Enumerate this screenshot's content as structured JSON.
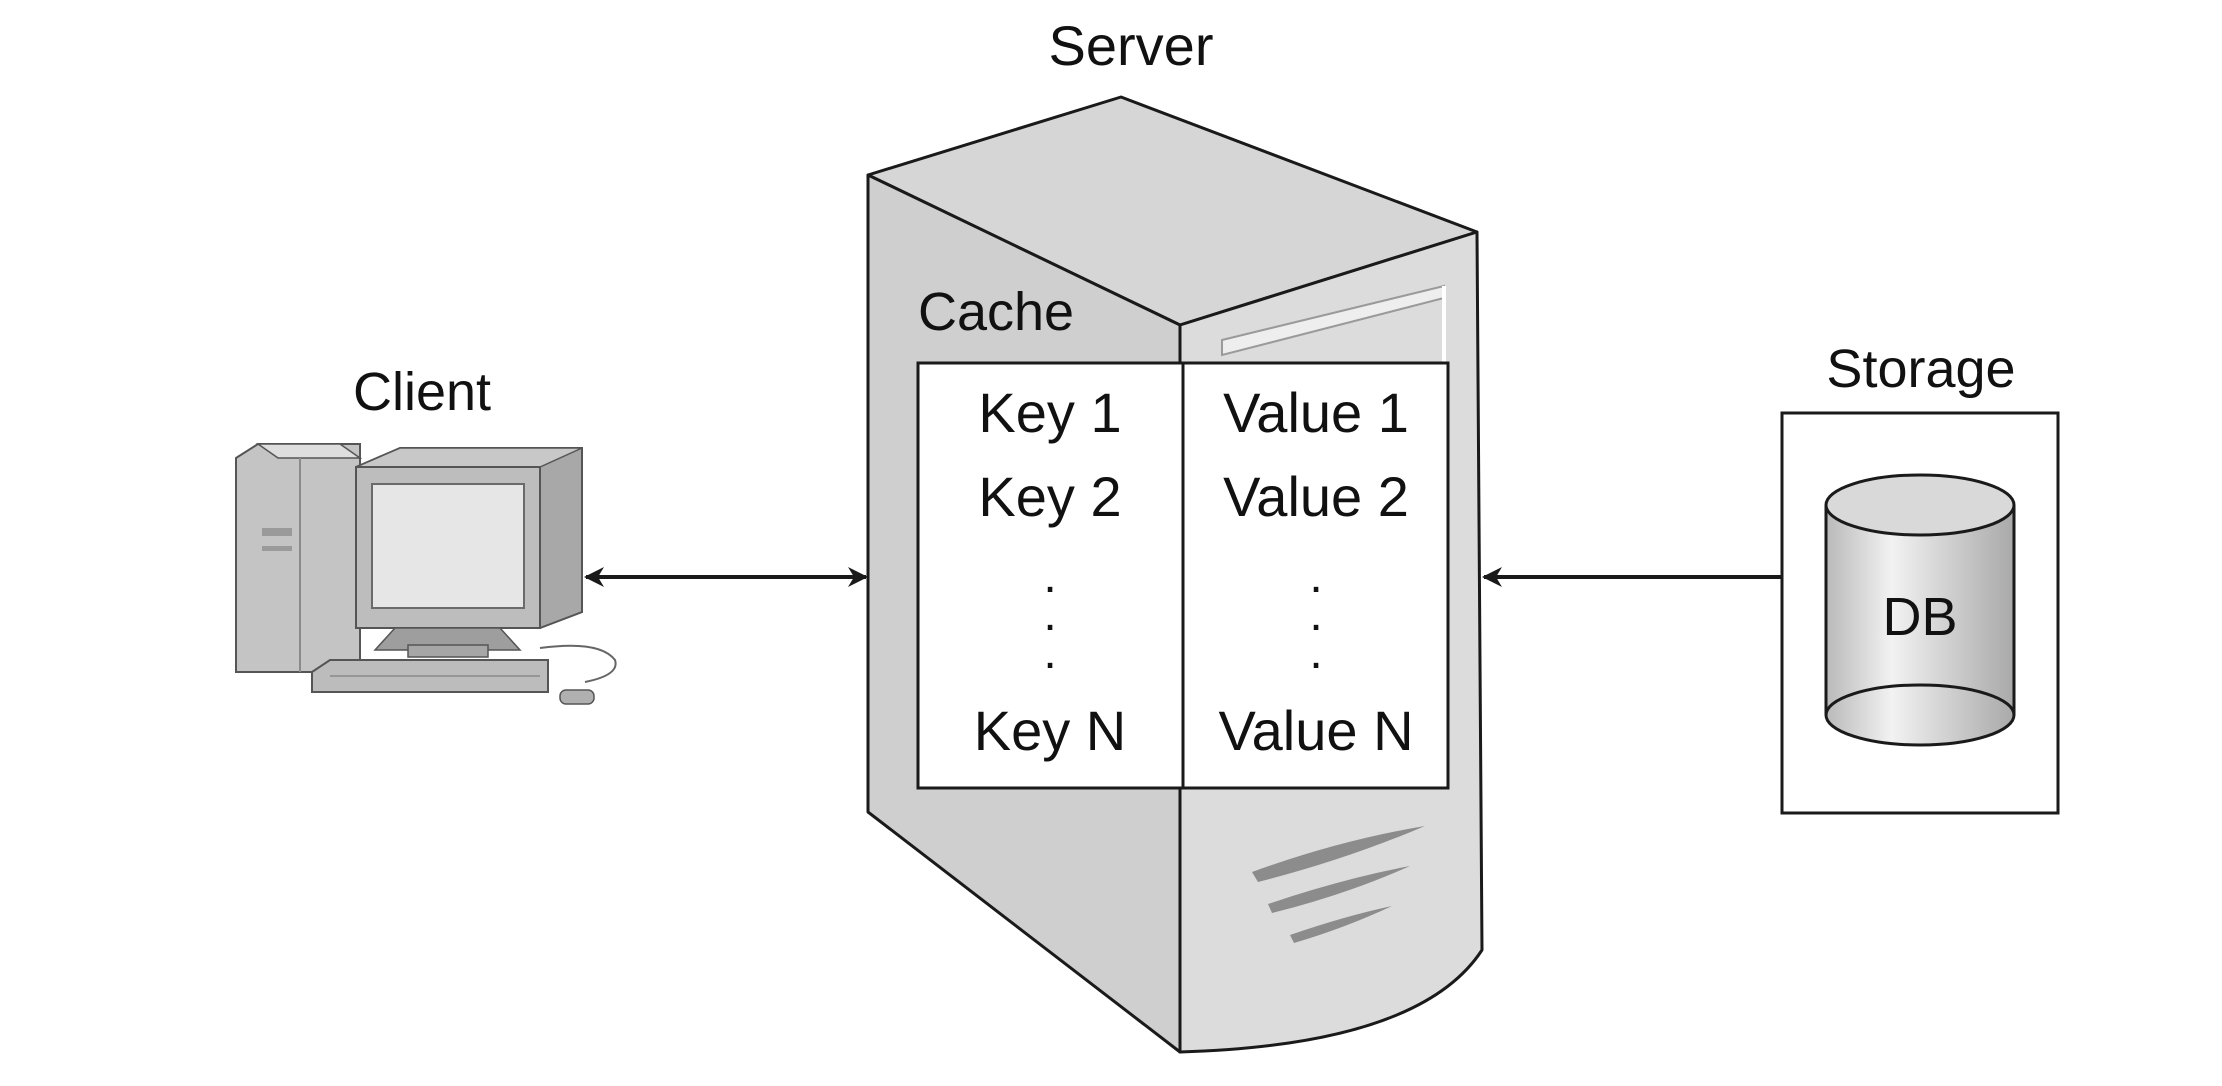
{
  "server": {
    "title": "Server"
  },
  "client": {
    "title": "Client"
  },
  "storage": {
    "title": "Storage",
    "db_label": "DB"
  },
  "cache": {
    "title": "Cache",
    "keys": [
      "Key 1",
      "Key 2",
      ".",
      ".",
      ".",
      "Key N"
    ],
    "values": [
      "Value 1",
      "Value 2",
      ".",
      ".",
      ".",
      "Value N"
    ]
  },
  "connections": [
    {
      "from": "client",
      "to": "server",
      "direction": "bidirectional"
    },
    {
      "from": "storage",
      "to": "server",
      "direction": "one-way"
    }
  ],
  "colors": {
    "server_side_face": "#cfcfcf",
    "server_top_face": "#d6d6d6",
    "server_front_face": "#dcdcdc",
    "line": "#1a1a1a",
    "stripe": "#8c8c8c"
  }
}
